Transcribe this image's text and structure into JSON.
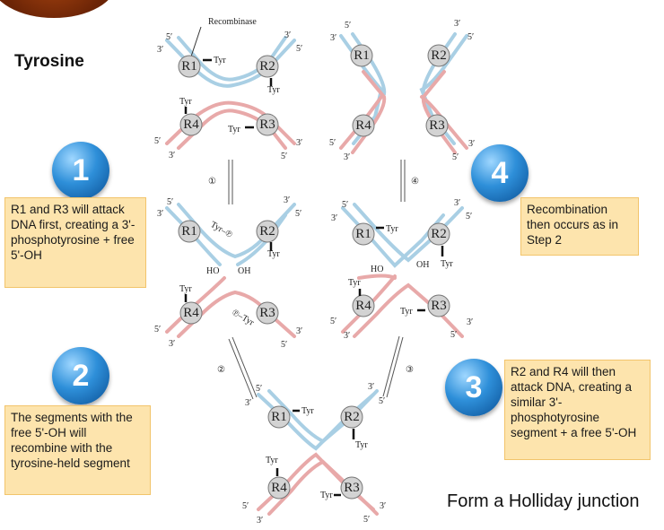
{
  "title": "Tyrosine",
  "diagram_labels": {
    "recombinase": "Recombinase",
    "tyr": "Tyr",
    "tyr_p": "Tyr–℗",
    "p_tyr": "℗–Tyr",
    "ho": "HO",
    "oh": "OH",
    "r1": "R1",
    "r2": "R2",
    "r3": "R3",
    "r4": "R4",
    "five_prime": "5′",
    "three_prime": "3′",
    "step1": "①",
    "step2": "②",
    "step3": "③",
    "step4": "④"
  },
  "steps": [
    {
      "number": "1",
      "text": "R1 and R3 will attack DNA first, creating a 3'-phosphotyrosine + free 5'-OH"
    },
    {
      "number": "2",
      "text": "The segments with the free 5'-OH will recombine with the tyrosine-held segment"
    },
    {
      "number": "3",
      "text": "R2 and R4 will then attack DNA, creating a similar 3'-phosphotyrosine segment + a free 5'-OH"
    },
    {
      "number": "4",
      "text": "Recombination then occurs as in Step 2"
    }
  ],
  "caption": "Form a Holliday junction",
  "colors": {
    "blue_strand": "#a9cfe4",
    "pink_strand": "#e8a9a9",
    "note_bg": "#fde4ad",
    "ball": "#2e8fd9"
  }
}
